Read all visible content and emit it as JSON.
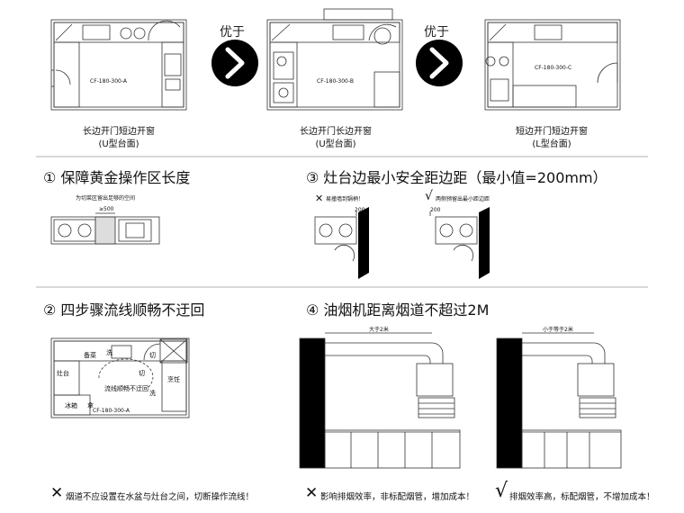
{
  "top": {
    "arrow_label_1": "优于",
    "arrow_label_2": "优于",
    "plans": [
      {
        "code": "CF-180-300-A",
        "caption_line1": "长边开门短边开窗",
        "caption_line2": "(U型台面)"
      },
      {
        "code": "CF-180-300-B",
        "caption_line1": "长边开门长边开窗",
        "caption_line2": "(U型台面)"
      },
      {
        "code": "CF-180-300-C",
        "caption_line1": "短边开门短边开窗",
        "caption_line2": "(L型台面)"
      }
    ]
  },
  "sections": {
    "s1": {
      "title": "① 保障黄金操作区长度",
      "note": "为切菜区留出足够的空间",
      "dim": "≥500"
    },
    "s2": {
      "title": "② 四步骤流线顺畅不迂回"
    },
    "s3": {
      "title": "③ 灶台边最小安全距边距（最小值=200mm）",
      "bad_note": "易撞墙到锅柄！",
      "good_note": "两侧预留出最小距边距",
      "dim": "200"
    },
    "s4": {
      "title": "④ 油烟机距离烟道不超过2M",
      "dim_left": "大于2米",
      "dim_right": "小于等于2米"
    }
  },
  "workflow_plan": {
    "labels": [
      "备菜",
      "洗",
      "切",
      "烹饪",
      "灶台",
      "切",
      "洗",
      "冰箱",
      "拿",
      "流线顺畅不迂回"
    ],
    "code": "CF-180-300-A"
  },
  "bottom_notes": {
    "n1": "烟道不应设置在水盆与灶台之间，切断操作流线！",
    "n2": "影响排烟效率，非标配烟管，增加成本！",
    "n3": "排烟效率高，标配烟管，不增加成本！",
    "mark_bad": "✕",
    "mark_good": "√"
  }
}
